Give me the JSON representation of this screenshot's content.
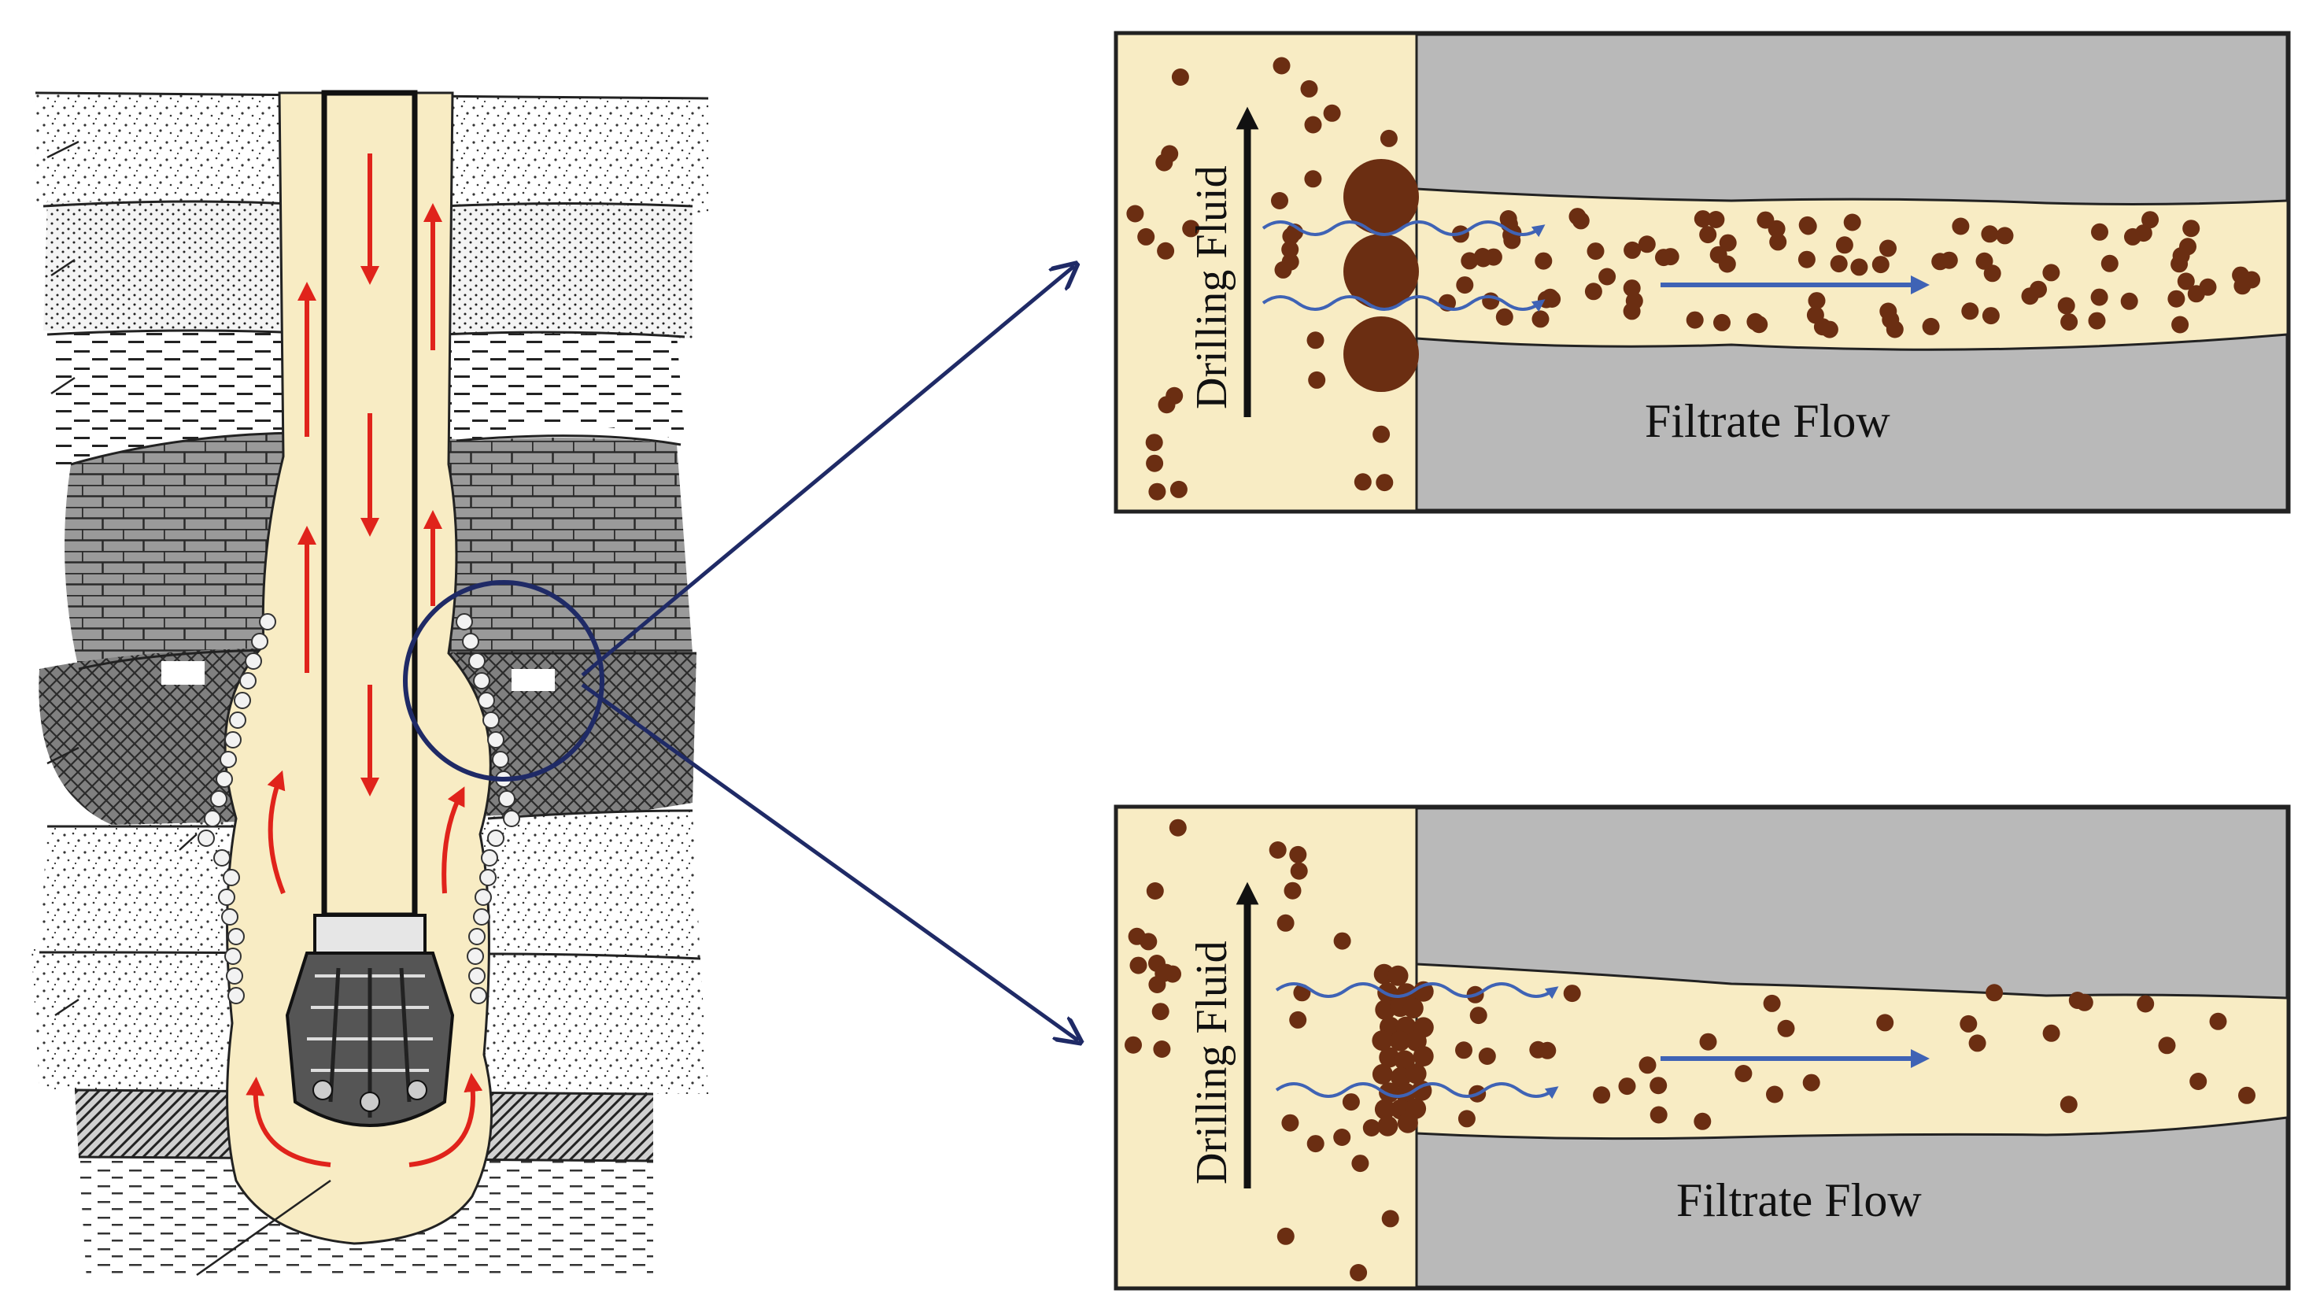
{
  "panels": {
    "top": {
      "vertical_label": "Drilling Fluid",
      "flow_label": "Filtrate Flow",
      "bridge_particles": "large"
    },
    "bottom": {
      "vertical_label": "Drilling Fluid",
      "flow_label": "Filtrate Flow",
      "bridge_particles": "small"
    }
  },
  "colors": {
    "fluid": "#f8ecc4",
    "rock": "#b9b9b9",
    "particle": "#6b2e12",
    "flow_arrow": "#3f63b5",
    "circulation_arrow": "#e0231b",
    "callout": "#1f2a66",
    "outline": "#222222"
  }
}
